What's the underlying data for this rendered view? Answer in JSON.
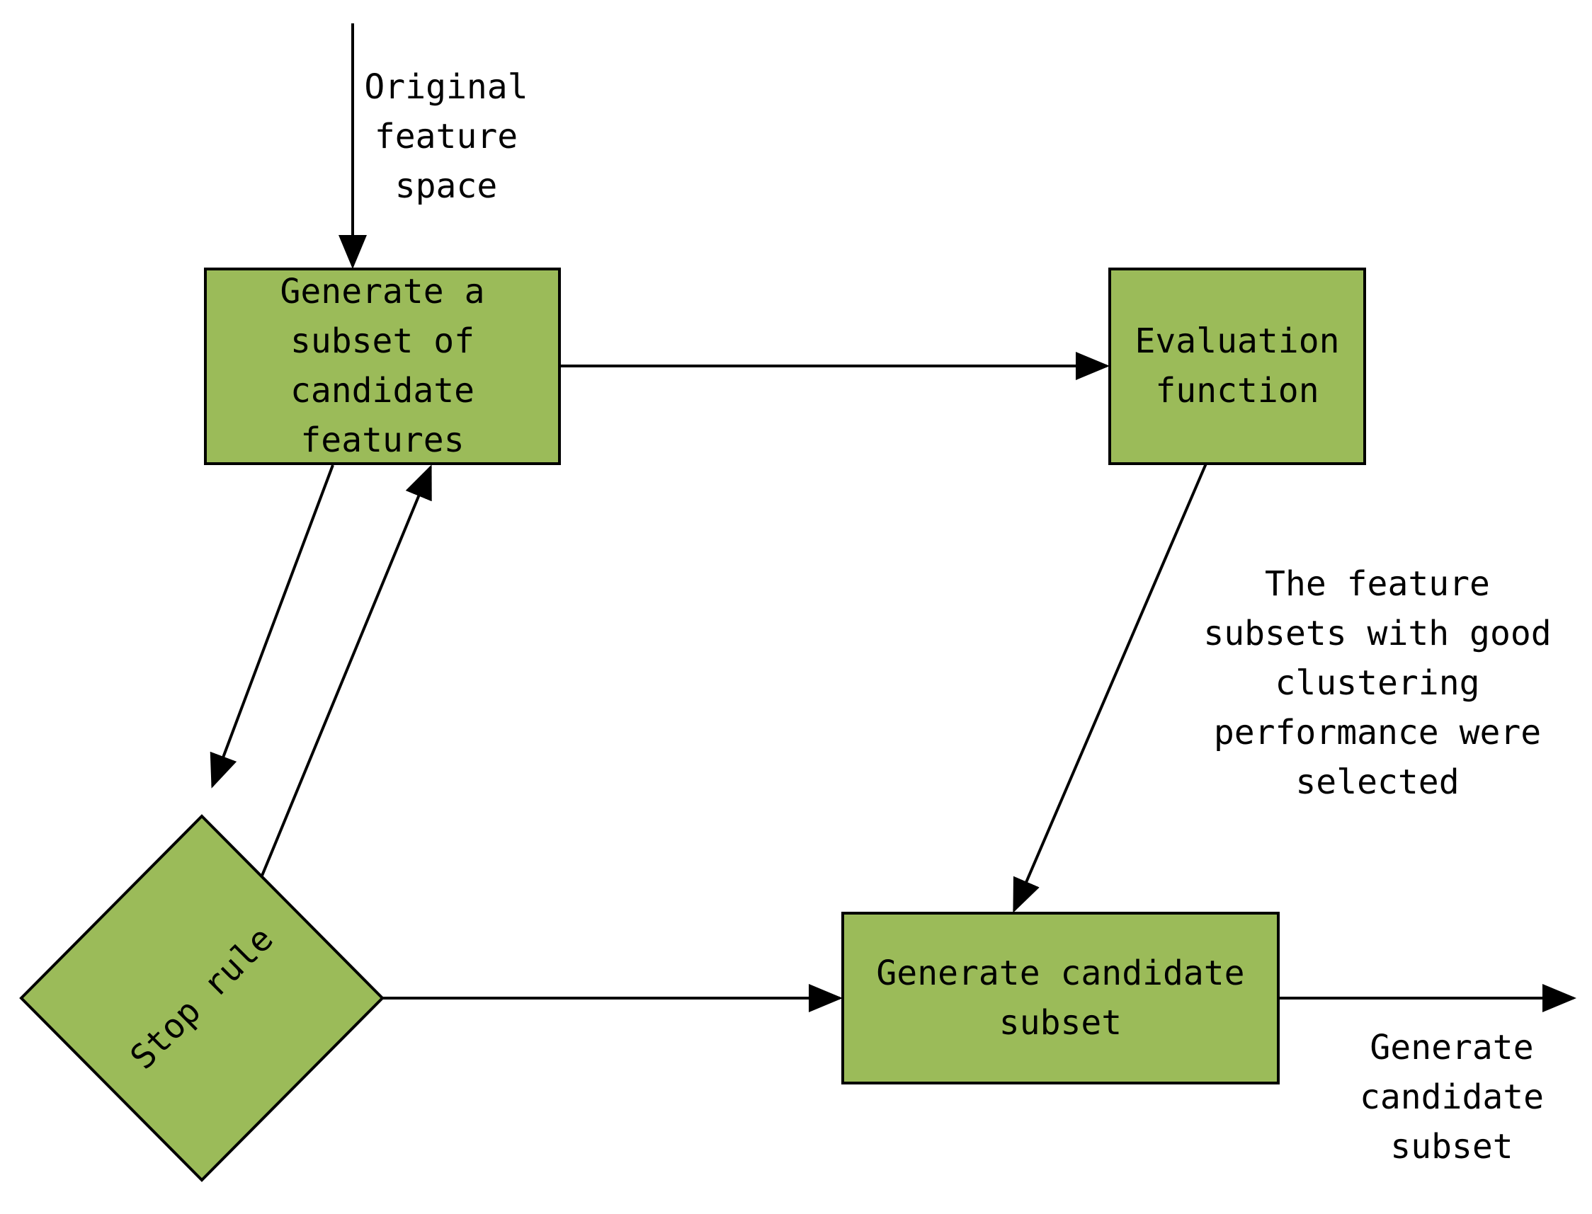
{
  "diagram": {
    "colors": {
      "box_fill": "#9BBB59",
      "stroke": "#000000",
      "background": "#ffffff"
    },
    "nodes": {
      "generate_subset": {
        "label": "Generate a\nsubset of\ncandidate\nfeatures"
      },
      "evaluation": {
        "label": "Evaluation\nfunction"
      },
      "stop_rule": {
        "label": "Stop rule"
      },
      "generate_candidate": {
        "label": "Generate candidate\nsubset"
      }
    },
    "annotations": {
      "input": "Original\nfeature\nspace",
      "selection": "The feature\nsubsets with good\nclustering\nperformance were\nselected",
      "output": "Generate\ncandidate\nsubset"
    },
    "edges": [
      {
        "from": "input",
        "to": "generate_subset"
      },
      {
        "from": "generate_subset",
        "to": "evaluation"
      },
      {
        "from": "evaluation",
        "to": "generate_candidate"
      },
      {
        "from": "generate_subset",
        "to": "stop_rule"
      },
      {
        "from": "stop_rule",
        "to": "generate_subset"
      },
      {
        "from": "stop_rule",
        "to": "generate_candidate"
      },
      {
        "from": "generate_candidate",
        "to": "output"
      }
    ]
  }
}
